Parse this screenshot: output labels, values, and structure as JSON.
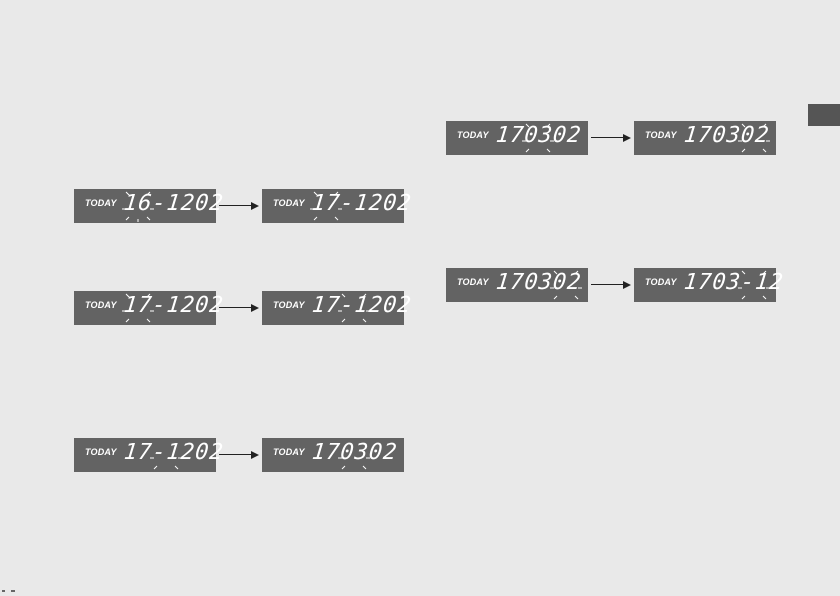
{
  "colors": {
    "lcd_bg": "#636363",
    "lcd_text": "#ffffff",
    "page_bg": "#e9e9e9",
    "tab": "#555555"
  },
  "displays": [
    {
      "label": "TODAY",
      "digits": "16-1202"
    },
    {
      "label": "TODAY",
      "digits": "17-1202"
    },
    {
      "label": "TODAY",
      "digits": "17-1202"
    },
    {
      "label": "TODAY",
      "digits": "17-1202"
    },
    {
      "label": "TODAY",
      "digits": "17-1202"
    },
    {
      "label": "TODAY",
      "digits": "170302"
    },
    {
      "label": "TODAY",
      "digits": "170302"
    },
    {
      "label": "TODAY",
      "digits": "170302"
    },
    {
      "label": "TODAY",
      "digits": "170302"
    },
    {
      "label": "TODAY",
      "digits": "1703-12"
    }
  ]
}
